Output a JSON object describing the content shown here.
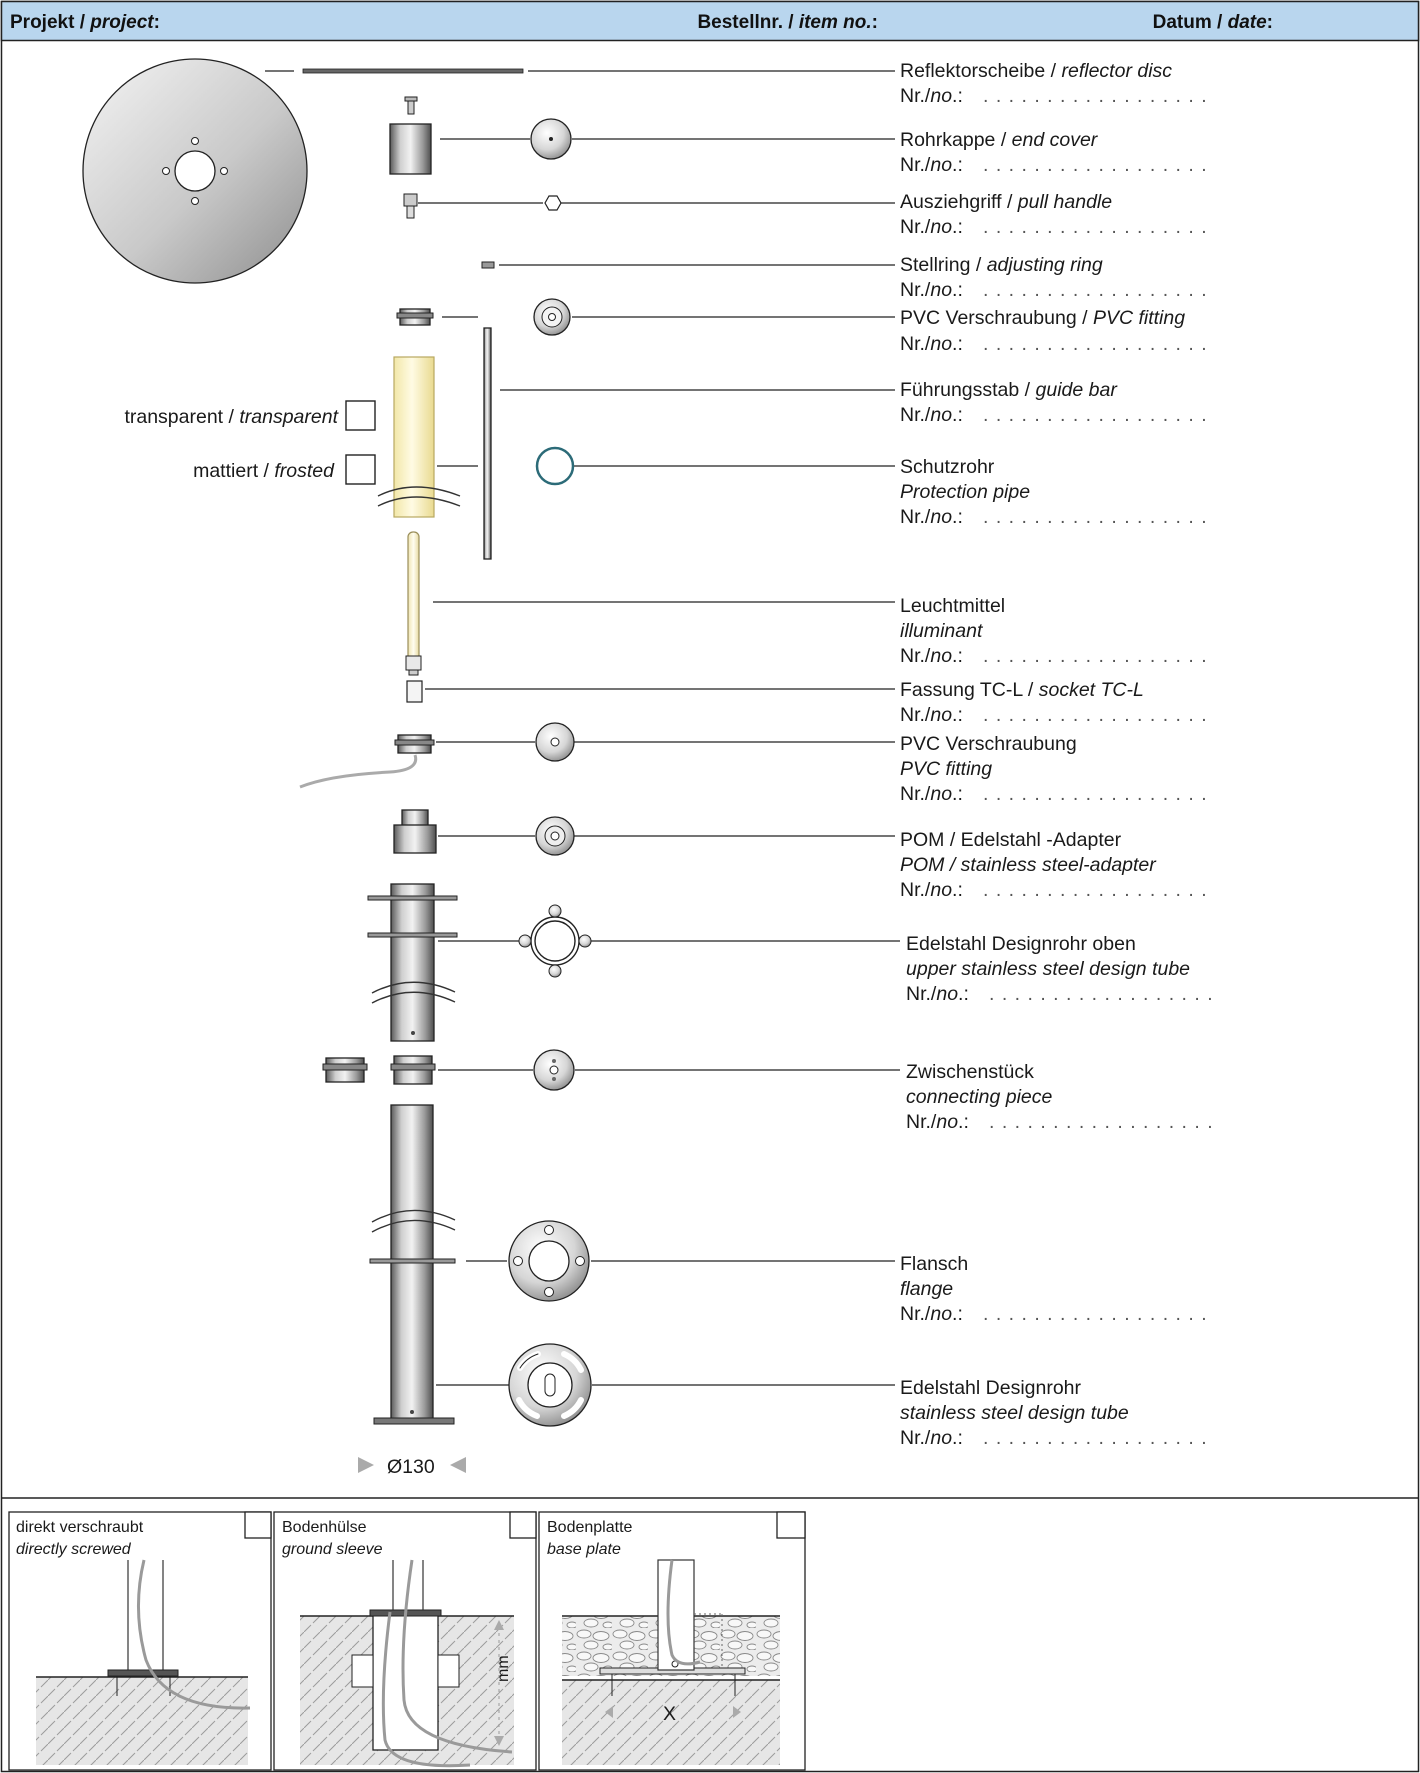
{
  "header": {
    "project_de": "Projekt / ",
    "project_en": "project",
    "item_de": "Bestellnr. / ",
    "item_en": "item no.",
    "date_de": "Datum / ",
    "date_en": "date",
    "colon": ":"
  },
  "no_prefix": "Nr./",
  "no_en": "no",
  "no_colon": ".:",
  "no_dots": ". . . . . . . . . . . . . . . . . .",
  "parts": [
    {
      "de": "Reflektorscheibe / ",
      "en": "reflector disc"
    },
    {
      "de": "Rohrkappe / ",
      "en": "end cover"
    },
    {
      "de": "Ausziehgriff / ",
      "en": "pull handle"
    },
    {
      "de": "Stellring / ",
      "en": "adjusting ring"
    },
    {
      "de": "PVC Verschraubung / ",
      "en": "PVC fitting"
    },
    {
      "de": "Führungsstab / ",
      "en": "guide bar"
    },
    {
      "de": "Schutzrohr",
      "en": "Protection pipe"
    },
    {
      "de": "Leuchtmittel",
      "en": "illuminant"
    },
    {
      "de": "Fassung TC-L / ",
      "en": "socket TC-L"
    },
    {
      "de": "PVC Verschraubung",
      "en": "PVC fitting"
    },
    {
      "de": "POM / Edelstahl -Adapter",
      "en": "POM / stainless steel-adapter"
    },
    {
      "de": "Edelstahl Designrohr oben",
      "en": "upper stainless steel design tube"
    },
    {
      "de": "Zwischenstück",
      "en": "connecting piece"
    },
    {
      "de": "Flansch",
      "en": "flange"
    },
    {
      "de": "Edelstahl Designrohr",
      "en": "stainless steel design tube"
    }
  ],
  "options": {
    "transparent_de": "transparent / ",
    "transparent_en": "transparent",
    "frosted_de": "mattiert / ",
    "frosted_en": "frosted"
  },
  "diameter": "Ø130",
  "mounting": [
    {
      "de": "direkt verschraubt",
      "en": "directly screwed"
    },
    {
      "de": "Bodenhülse",
      "en": "ground sleeve"
    },
    {
      "de": "Bodenplatte",
      "en": "base plate"
    }
  ],
  "mounting_unit": "mm",
  "mounting_x": "X"
}
